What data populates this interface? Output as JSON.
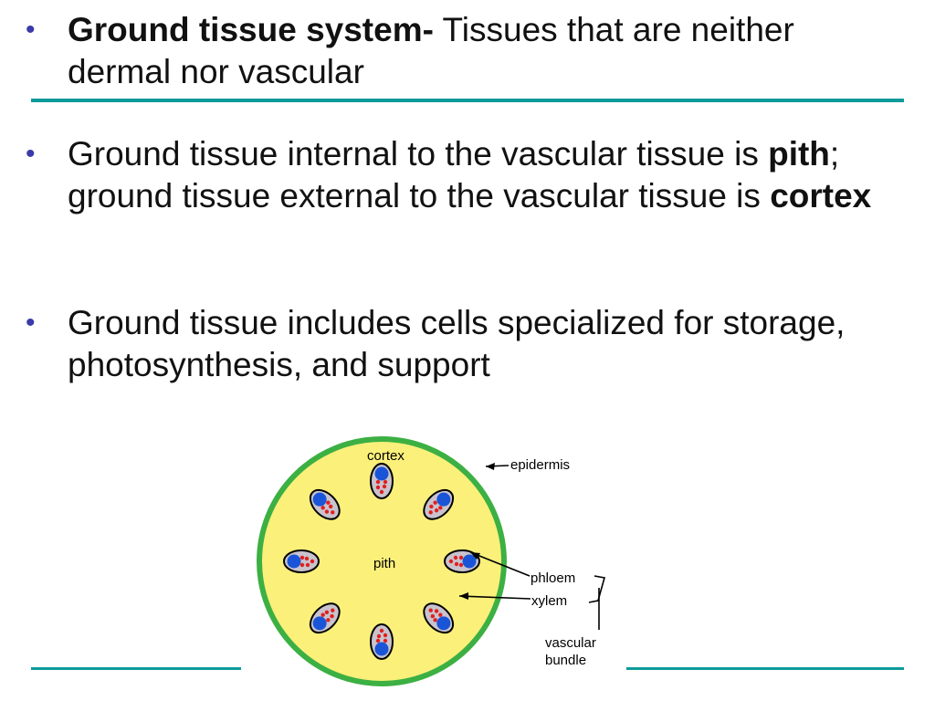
{
  "bullets": [
    {
      "bold": "Ground tissue system-",
      "text": " Tissues that are neither dermal nor vascular"
    },
    {
      "text1": "Ground tissue internal to the vascular tissue is ",
      "bold1": "pith",
      "text2": "; ground tissue external to the vascular tissue is ",
      "bold2": "cortex"
    },
    {
      "text": "Ground tissue includes cells specialized for storage, photosynthesis, and support"
    }
  ],
  "diagram": {
    "labels": {
      "cortex": "cortex",
      "pith": "pith",
      "epidermis": "epidermis",
      "phloem": "phloem",
      "xylem": "xylem",
      "vascular_1": "vascular",
      "vascular_2": "bundle"
    }
  },
  "colors": {
    "accent_rule": "#0e9a9a",
    "bullet": "#3a3aa8",
    "epidermis": "#3cb043",
    "ground_tissue": "#fbf07a",
    "bundle_fill": "#c9c3cd",
    "phloem": "#1a55d8",
    "xylem": "#e02020"
  }
}
